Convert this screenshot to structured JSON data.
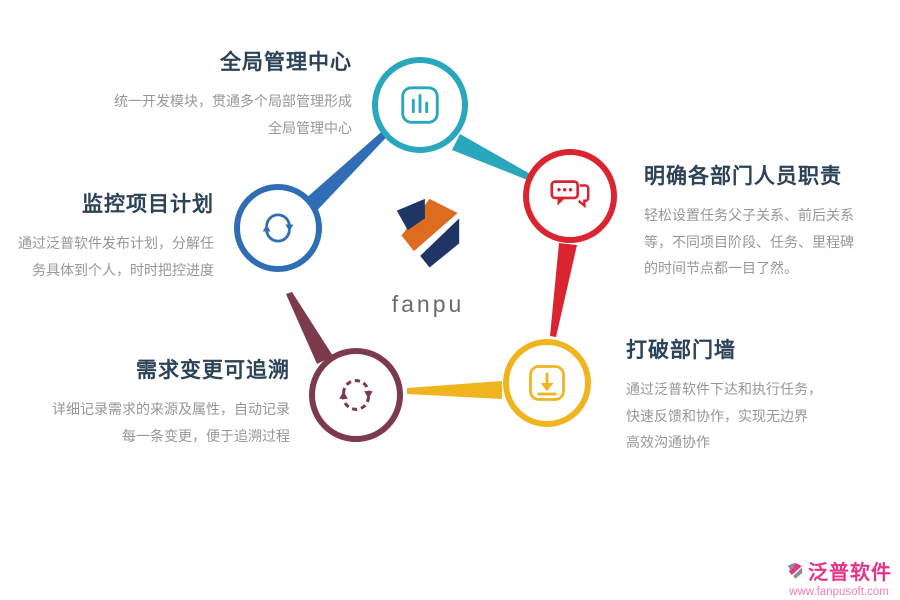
{
  "center": {
    "logo_text": "fanpu"
  },
  "nodes": {
    "global": {
      "title": "全局管理中心",
      "lines": [
        "统一开发模块，贯通多个局部管理形成",
        "全局管理中心"
      ],
      "color": "#2aa7bd",
      "icon": "bar-chart-icon"
    },
    "roles": {
      "title": "明确各部门人员职责",
      "lines": [
        "轻松设置任务父子关系、前后关系",
        "等，不同项目阶段、任务、里程碑",
        "的时间节点都一目了然。"
      ],
      "color": "#da2430",
      "icon": "chat-bubbles-icon"
    },
    "monitor": {
      "title": "监控项目计划",
      "lines": [
        "通过泛普软件发布计划，分解任",
        "务具体到个人，时时把控进度"
      ],
      "color": "#2f6eb5",
      "icon": "sync-arrows-icon"
    },
    "trace": {
      "title": "需求变更可追溯",
      "lines": [
        "详细记录需求的来源及属性，自动记录",
        "每一条变更，便于追溯过程"
      ],
      "color": "#7c3b4d",
      "icon": "refresh-dashed-icon"
    },
    "wall": {
      "title": "打破部门墙",
      "lines": [
        "通过泛普软件下达和执行任务，",
        "快速反馈和协作，实现无边界",
        "高效沟通协作"
      ],
      "color": "#f0b41e",
      "icon": "inbox-download-icon"
    }
  },
  "watermark": {
    "brand": "泛普软件",
    "url": "www.fanpusoft.com"
  }
}
